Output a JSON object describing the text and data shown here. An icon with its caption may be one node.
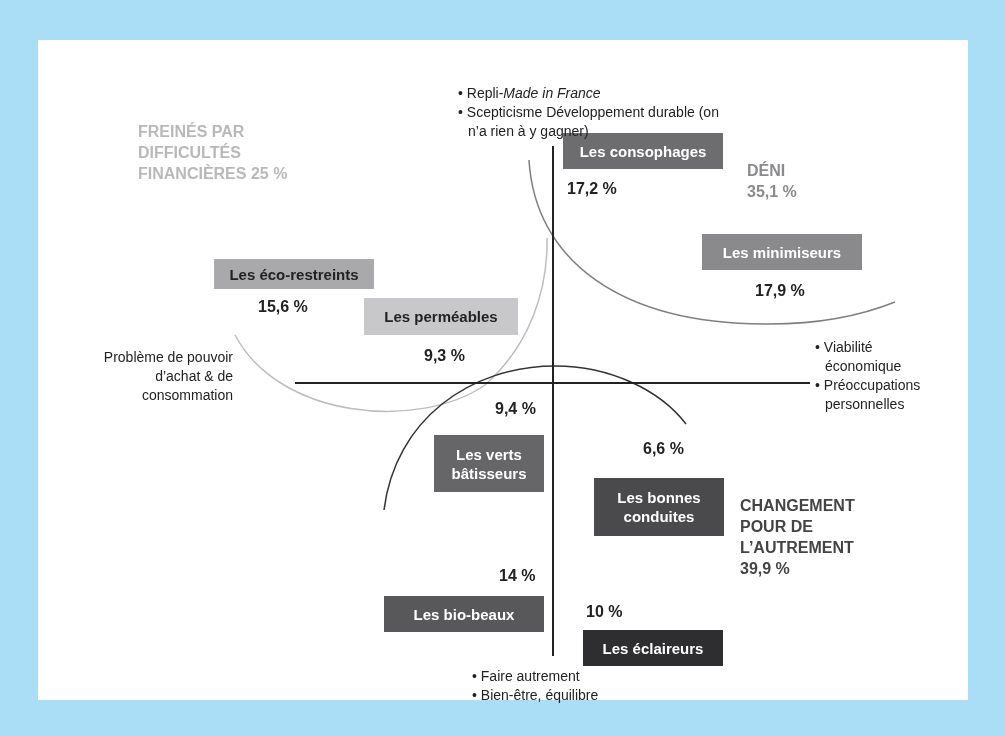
{
  "diagram": {
    "nodes": [
      {
        "text": [
          "Les consophages"
        ],
        "beside": [
          "17,2 %"
        ]
      },
      {
        "text": [
          "Les minimiseurs"
        ],
        "beside": [
          "17,9 %"
        ]
      },
      {
        "text": [
          "Les éco-restreints"
        ],
        "beside": [
          "15,6 %"
        ]
      },
      {
        "text": [
          "Les perméables"
        ],
        "beside": [
          "9,3 %"
        ]
      },
      {
        "text": [
          "Les verts bâtisseurs"
        ],
        "beside": [
          "9,4 %"
        ]
      },
      {
        "text": [
          "Les bonnes conduites"
        ],
        "beside": [
          "6,6 %"
        ]
      },
      {
        "text": [
          "Les bio-beaux"
        ],
        "beside": [
          "14 %"
        ]
      },
      {
        "text": [
          "Les éclaireurs"
        ],
        "beside": [
          "10 %"
        ]
      }
    ],
    "labels": [
      "• Repli-*Made in France*",
      "• Scepticisme Développement durable (on n’a rien à y gagner)",
      "FREINÉS PAR DIFFICULTÉS FINANCIÈRES 25 %",
      "DÉNI 35,1 %",
      "Problème de pouvoir d’achat & de consommation",
      "• Viabilité économique",
      "• Préoccupations personnelles",
      "CHANGEMENT POUR DE L’AUTREMENT 39,9 %",
      "• Faire autrement",
      "• Bien-être, équilibre"
    ]
  }
}
